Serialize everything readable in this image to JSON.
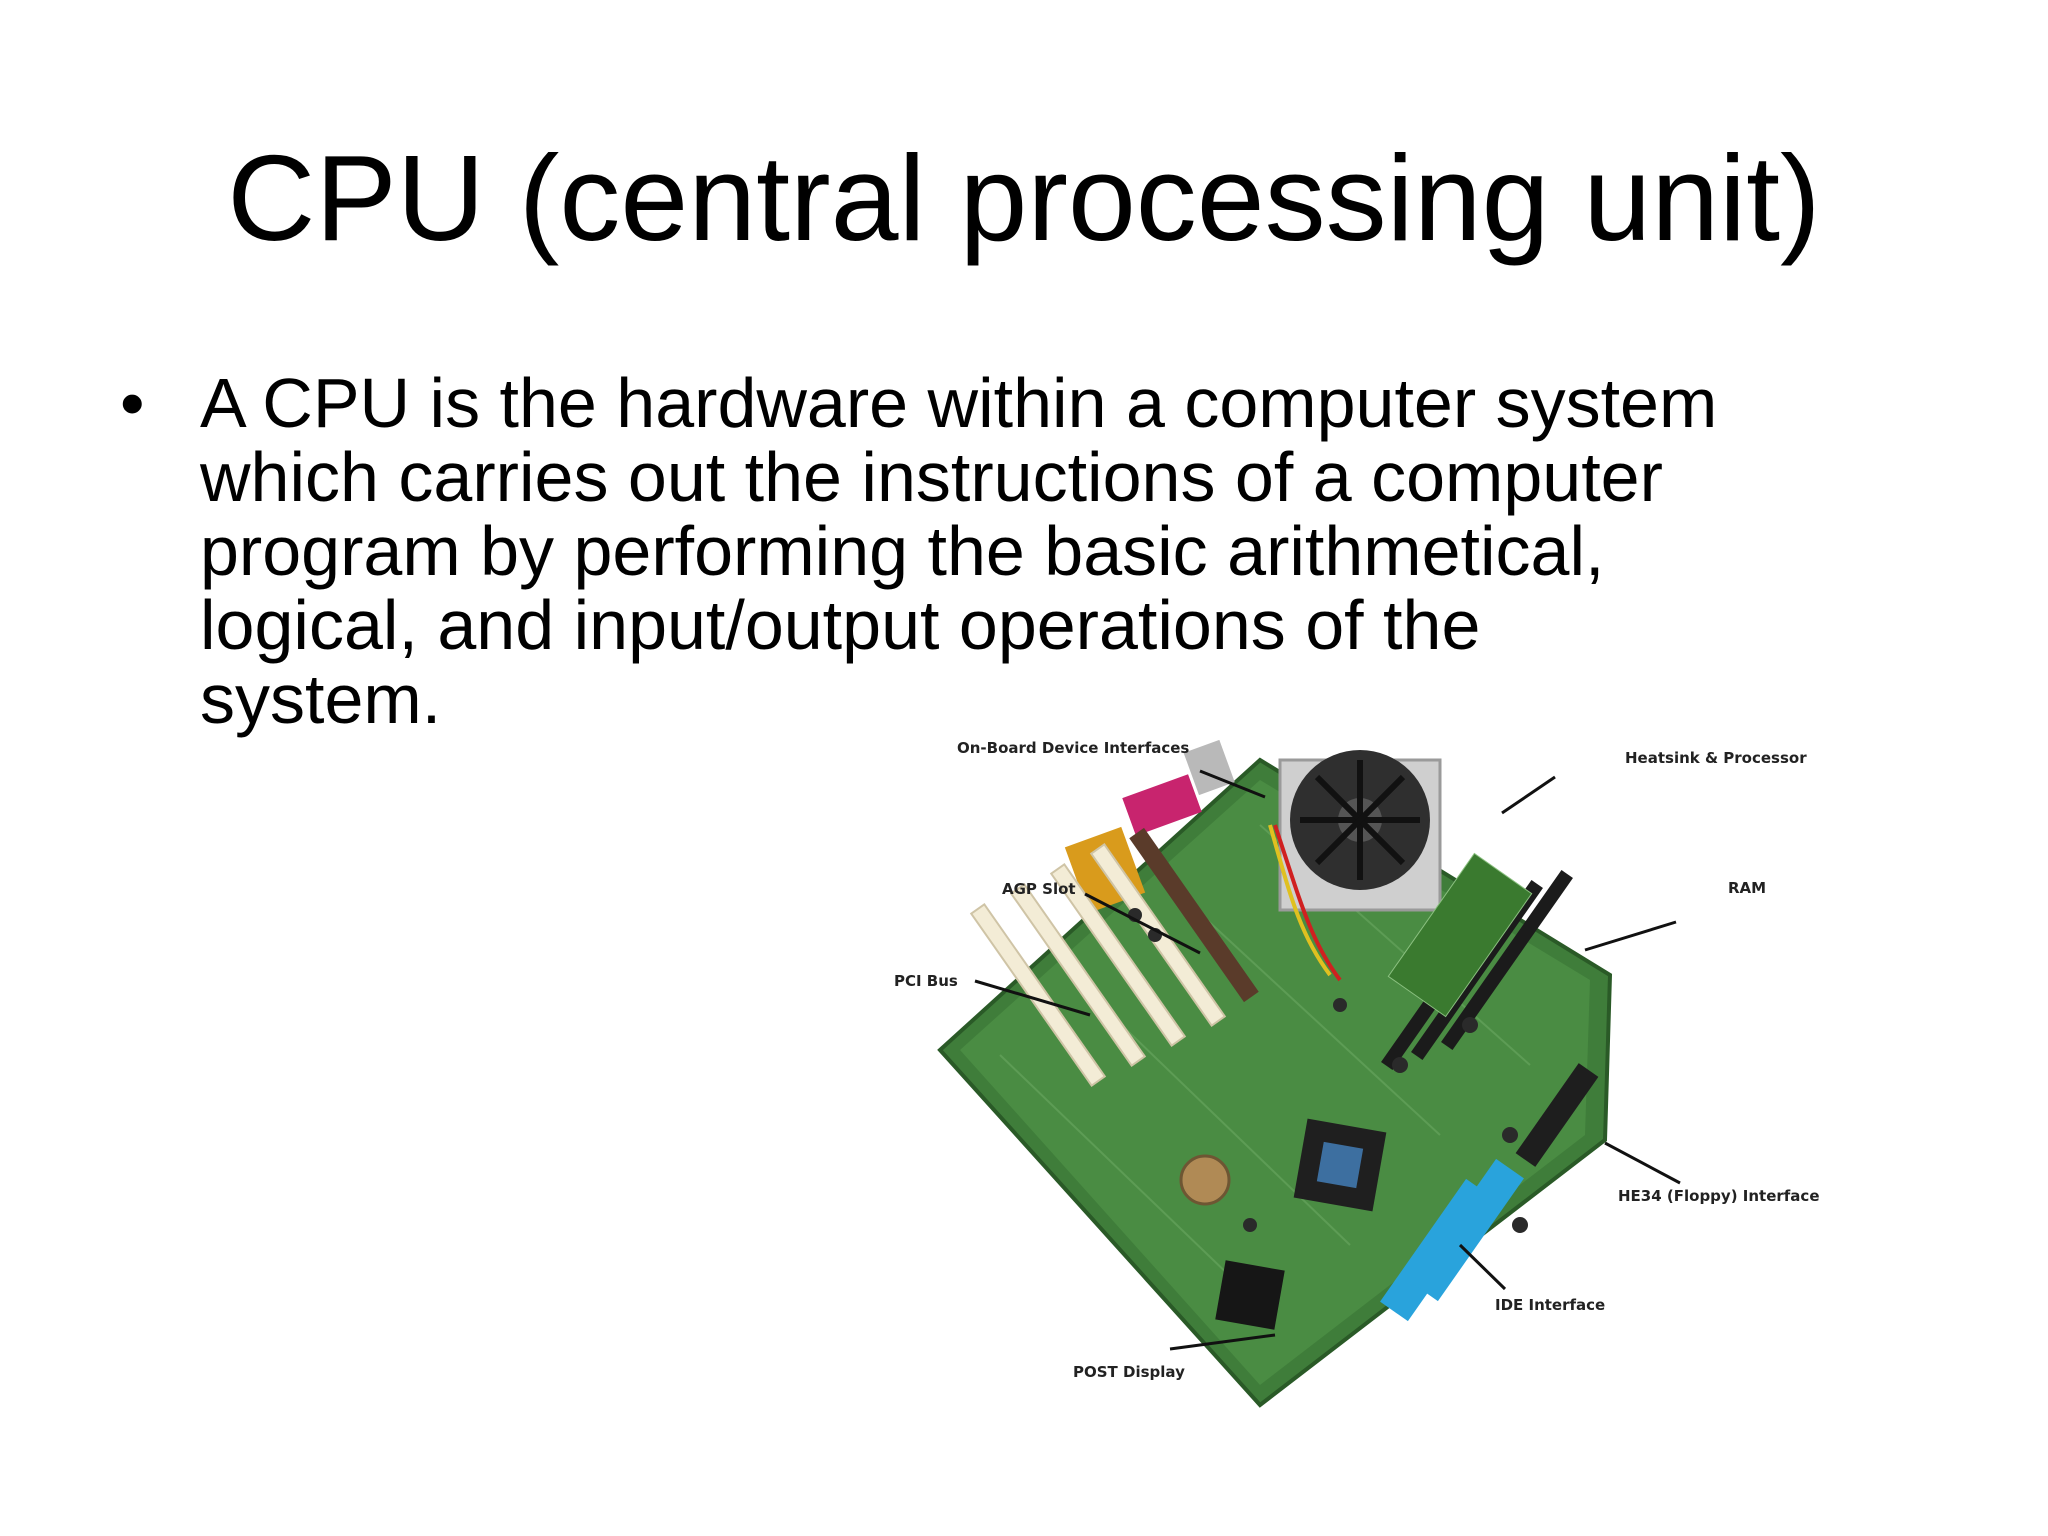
{
  "slide": {
    "title": "CPU (central processing unit)",
    "bullet": {
      "marker": "•",
      "lines": [
        "A CPU is the hardware within a computer system",
        "which carries out the instructions of a computer",
        "program by performing the basic arithmetical,",
        "logical, and input/output operations of the",
        "system."
      ]
    },
    "figure": {
      "callouts": {
        "onboard": "On-Board Device Interfaces",
        "heatsink": "Heatsink & Processor",
        "agp": "AGP Slot",
        "ram": "RAM",
        "pci": "PCI Bus",
        "floppy": "HE34 (Floppy) Interface",
        "ide": "IDE Interface",
        "post": "POST Display"
      }
    }
  }
}
